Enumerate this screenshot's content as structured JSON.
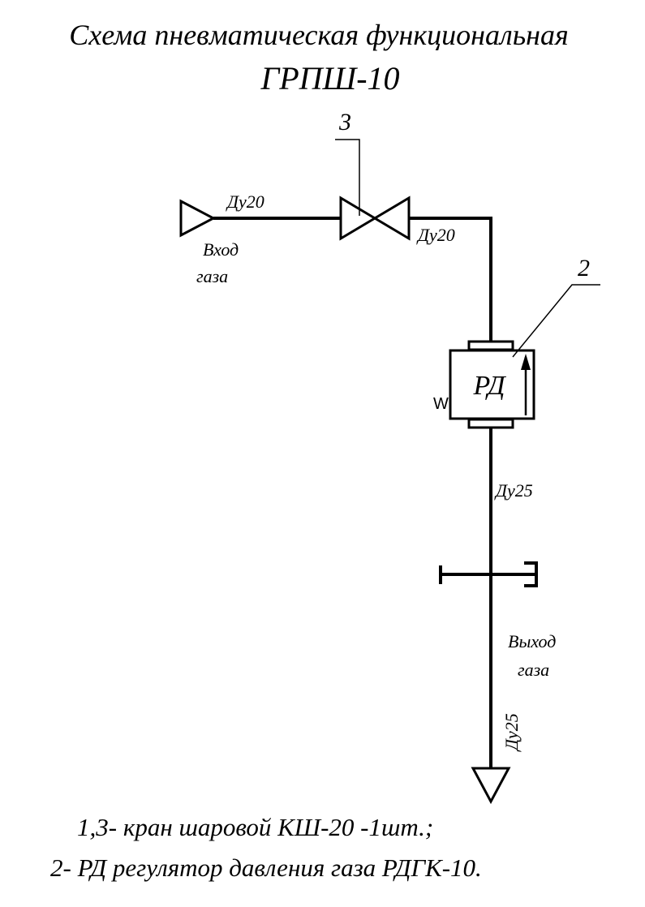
{
  "title": "Схема пневматическая функциональная",
  "subtitle": "ГРПШ-10",
  "inlet": {
    "label_line1": "Вход",
    "label_line2": "газа",
    "pipe_label": "Ду20"
  },
  "valve": {
    "callout": "3",
    "pipe_label_after": "Ду20"
  },
  "regulator": {
    "label": "РД",
    "callout": "2",
    "spring_mark": "W"
  },
  "outlet_pipe_label": "Ду25",
  "outlet": {
    "label_line1": "Выход",
    "label_line2": "газа",
    "pipe_label": "Ду25"
  },
  "notes": [
    "1,3- кран шаровой КШ-20 -1шт.;",
    "2- РД регулятор давления газа РДГК-10."
  ]
}
